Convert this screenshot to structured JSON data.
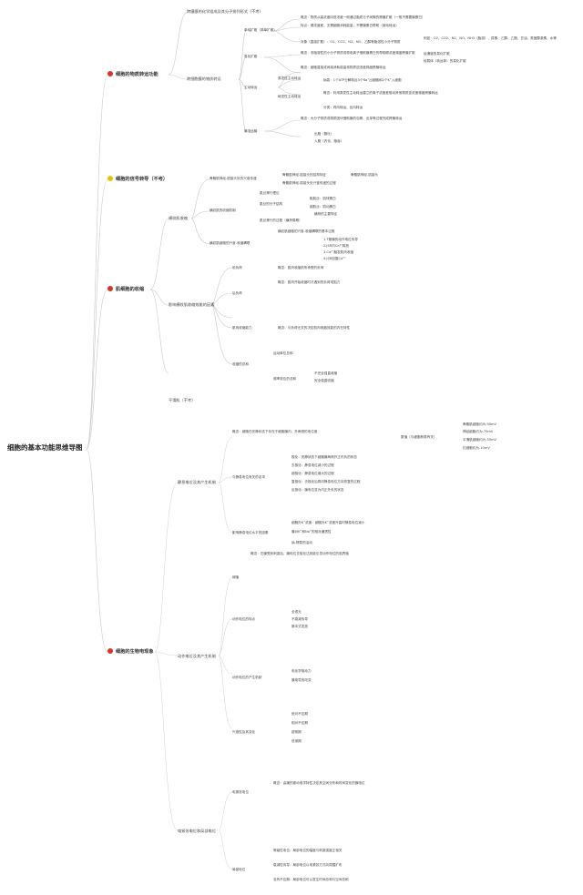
{
  "root": "细胞的基本功能思维导图",
  "branches": [
    {
      "label": "细胞的物质转运功能",
      "icon": "red"
    },
    {
      "label": "细胞的信号转导（不考）",
      "icon": "yellow"
    },
    {
      "label": "肌细胞的收缩",
      "icon": "red"
    },
    {
      "label": "细胞的生物电现象",
      "icon": "red"
    }
  ],
  "b1": {
    "top": "跨膜膜的化学组成及其分子排列形式（不考）",
    "main": "跨细胞膜的物质转运",
    "n_simple": "单纯扩散（简单扩散）",
    "n_simple_c1": "概念：物质从高浓度向低浓度一侧通过脂质分子间隙的跨膜扩散（一般不需要膜蛋白）",
    "n_simple_c2": "特点：顺浓度差，无需细胞消耗能量，不需膜蛋白帮助（被动转运）",
    "n_simple_c3": "对象（直接扩散）：O2、CO2、N2、NO、乙醇等脂溶性小分子物质",
    "n_simple_c3r": "例如：O2、CO2、N2、NO、NH3（脂溶）、尿素、乙醇、乙醚、甘油、类固醇激素、水等",
    "n_fac": "易化扩散",
    "n_fac_c1": "概念：非脂溶性的小分子物质或带电离子借助膜蛋白的帮助顺浓度梯度跨膜扩散",
    "n_fac_c1a": "经通道的易化扩散",
    "n_fac_c1b": "经载体（转运体）的易化扩散",
    "n_active": "主动转运",
    "n_active_c1": "概念：细胞直接或间接消耗能量将物质逆浓度梯度跨膜转运",
    "n_active_p": "原发性主动转运",
    "n_active_p1": "钠泵：1个ATP分解转运3个Na⁺出细胞和2个K⁺入细胞",
    "n_active_s": "继发性主动转运",
    "n_active_s1": "概念：利用原发性主动转运建立的离子浓度差驱动其他物质逆浓度梯度跨膜转运",
    "n_active_s2": "分类：同向转运、反向转运",
    "n_vesicle": "膜泡运输",
    "n_vesicle_c1": "概念：大分子物质或物质团块借助膜的包裹、出芽等过程完成跨膜转运",
    "n_vesicle_a": "出胞（胞吐）",
    "n_vesicle_b": "入胞（内化、胞吞）"
  },
  "b3": {
    "skel": "横纹肌收缩",
    "nmj": "骨骼肌神经-肌接头处的兴奋传递",
    "nmj_c1": "骨骼肌神经-肌接头的结构特征",
    "nmj_c1r": "骨骼肌神经-肌接头",
    "nmj_c2": "骨骼肌神经-肌接头处兴奋传递的过程",
    "micro": "横纹肌的收缩机制",
    "micro_c1": "肌丝滑行理论",
    "micro_c2": "肌丝的分子结构",
    "micro_c2a": "粗肌丝：肌球蛋白",
    "micro_c2b": "细肌丝：肌动蛋白",
    "micro_c3": "肌丝滑行的过程（横桥周期）",
    "micro_c3a": "横桥的主要特征",
    "ecc": "横纹肌细胞的兴奋-收缩耦联",
    "ecc_c1": "横纹肌细胞的兴奋-收缩耦联的基本过程",
    "ecc_c1a": "1.T管膜的动作电位传导",
    "ecc_c1b": "2.JSR内Ca²⁺释放",
    "ecc_c1c": "3.Ca²⁺触发肌肉收缩",
    "ecc_c1d": "4.JSR回摄Ca²⁺",
    "factors": "影响横纹肌收缩效能的因素",
    "f_pre": "前负荷",
    "f_pre_c1": "概念：肌肉收缩前所承受的负荷",
    "f_post": "后负荷",
    "f_post_c1": "概念：肌肉开始收缩时才遇到的负荷或阻力",
    "f_cap": "肌肉收缩能力",
    "f_cap_c1": "概念：与负荷无关的决定肌肉收缩效能的内在特性",
    "f_sum": "收缩的总和",
    "f_sum_a": "运动单位总和",
    "f_sum_b": "频率效应的总和",
    "f_tet_a": "不完全强直收缩",
    "f_tet_b": "完全强直收缩",
    "smooth": "平滑肌（不考）"
  },
  "b4": {
    "rp": "静息电位及其产生机制",
    "rp_c1": "概念：细胞在安静状态下存在于细胞膜内、外两侧的电位差",
    "rp_c1r": "数值（与细胞种类有关）",
    "rp_c1r1": "骨骼肌细胞约为-90mV",
    "rp_c1r2": "神经细胞约为-70mV",
    "rp_c1r3": "平滑肌细胞约为-55mV",
    "rp_c1r4": "红细胞约为-10mV",
    "rp_c2": "与静息电位有关的名词",
    "rp_c2a": "极化：安静状态下细胞膜两侧外正内负的状态",
    "rp_c2b": "去极化：静息电位减小的过程",
    "rp_c2c": "超极化：静息电位增大的过程",
    "rp_c2d": "复极化：去极化后再向静息电位方向恢复的过程",
    "rp_c2e": "反极化：膜电位变为内正外负的状态",
    "rp_c3": "影响静息电位水平的因素",
    "rp_c3a": "细胞外K⁺浓度：细胞外K⁺浓度升高时静息电位减小",
    "rp_c3b": "膜对K⁺和Na⁺的相对通透性",
    "rp_c3c": "钠-钾泵的活动",
    "ap": "动作电位及其产生机制",
    "ap_c1": "阈值",
    "ap_c1a": "概念：在膜受到刺激后，膜电位去极化达到能引发动作电位的临界值",
    "ap_c2": "动作电位的特点",
    "ap_c2a": "全或无",
    "ap_c2b": "不衰减传导",
    "ap_c2c": "脉冲式发放",
    "ap_c3": "动作电位的产生机制",
    "ap_c3a": "电化学驱动力",
    "ap_c3b": "膜电导的改变",
    "ap_c4": "兴奋性及其变化",
    "ap_c4a": "绝对不应期",
    "ap_c4b": "相对不应期",
    "ap_c4c": "超常期",
    "ap_c4d": "低常期",
    "ep": "电紧张电位和局部电位",
    "ep_c1": "电紧张电位",
    "ep_c1a": "概念：由膜的被动电学特性决定其空间分布和时间变化的膜电位",
    "ep_c2": "局部电位",
    "ep_c2a": "等级性电位：局部电位的幅度与刺激强度正相关",
    "ep_c2b": "衰减性传导：局部电位以电紧张方式向周围扩布",
    "ep_c2c": "没有不应期：局部电位可以发生时间总和与空间总和"
  }
}
